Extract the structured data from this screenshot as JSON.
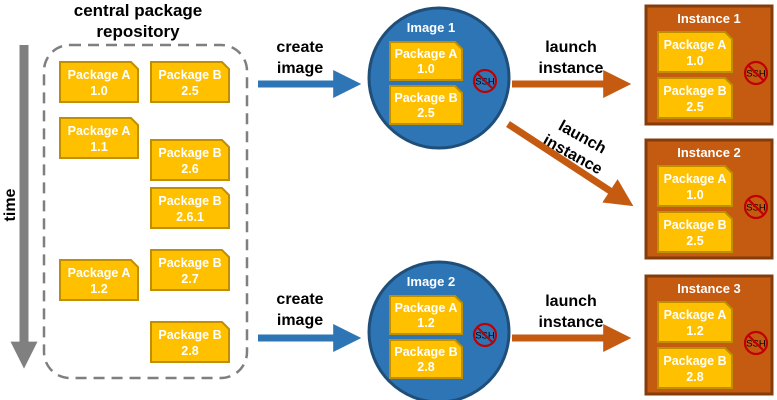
{
  "repository": {
    "title_line1": "central package",
    "title_line2": "repository",
    "packages": [
      {
        "name": "Package A",
        "version": "1.0"
      },
      {
        "name": "Package B",
        "version": "2.5"
      },
      {
        "name": "Package A",
        "version": "1.1"
      },
      {
        "name": "Package B",
        "version": "2.6"
      },
      {
        "name": "Package B",
        "version": "2.6.1"
      },
      {
        "name": "Package A",
        "version": "1.2"
      },
      {
        "name": "Package B",
        "version": "2.7"
      },
      {
        "name": "Package B",
        "version": "2.8"
      }
    ]
  },
  "axis": {
    "label": "time"
  },
  "actions": {
    "create_1": {
      "line1": "create",
      "line2": "image"
    },
    "create_2": {
      "line1": "create",
      "line2": "image"
    },
    "launch_1": {
      "line1": "launch",
      "line2": "instance"
    },
    "launch_2": {
      "line1": "launch",
      "line2": "instance"
    },
    "launch_3": {
      "line1": "launch",
      "line2": "instance"
    }
  },
  "images": [
    {
      "title": "Image 1",
      "ssh": "SSH",
      "packages": [
        {
          "name": "Package A",
          "version": "1.0"
        },
        {
          "name": "Package B",
          "version": "2.5"
        }
      ]
    },
    {
      "title": "Image 2",
      "ssh": "SSH",
      "packages": [
        {
          "name": "Package A",
          "version": "1.2"
        },
        {
          "name": "Package B",
          "version": "2.8"
        }
      ]
    }
  ],
  "instances": [
    {
      "title": "Instance 1",
      "ssh": "SSH",
      "packages": [
        {
          "name": "Package A",
          "version": "1.0"
        },
        {
          "name": "Package B",
          "version": "2.5"
        }
      ]
    },
    {
      "title": "Instance 2",
      "ssh": "SSH",
      "packages": [
        {
          "name": "Package A",
          "version": "1.0"
        },
        {
          "name": "Package B",
          "version": "2.5"
        }
      ]
    },
    {
      "title": "Instance 3",
      "ssh": "SSH",
      "packages": [
        {
          "name": "Package A",
          "version": "1.2"
        },
        {
          "name": "Package B",
          "version": "2.8"
        }
      ]
    }
  ],
  "colors": {
    "package_fill": "#FFC000",
    "package_border": "#BF8F00",
    "image_fill": "#2E75B6",
    "image_border": "#1F4E79",
    "instance_fill": "#C55A11",
    "instance_border": "#843C0C",
    "blue_arrow": "#2E75B6",
    "orange_arrow": "#C55A11",
    "no_ssh": "#C00000",
    "time_arrow": "#808080",
    "dashed_border": "#7F7F7F"
  }
}
